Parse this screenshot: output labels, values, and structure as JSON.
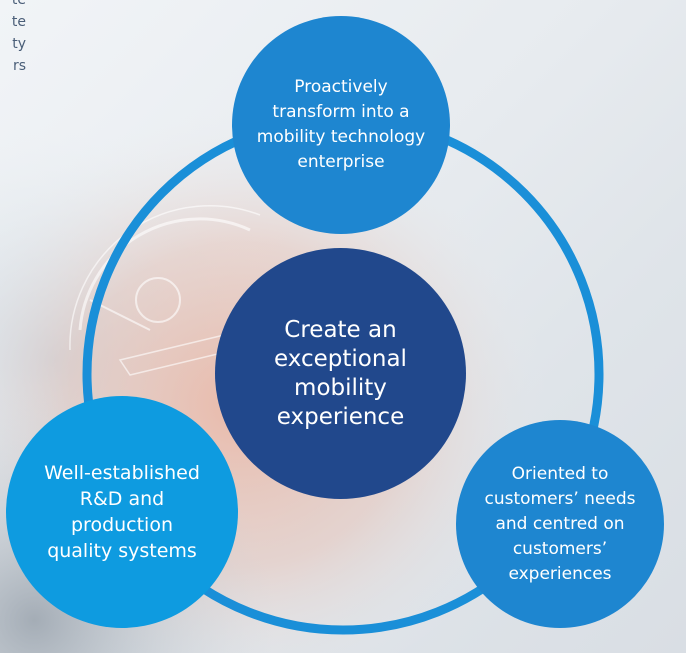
{
  "corner_text_fragments": [
    "te",
    "te",
    "ty",
    "rs"
  ],
  "diagram": {
    "center": {
      "label": "Create an\nexceptional\nmobility\nexperience",
      "color": "#21488c"
    },
    "nodes": {
      "top": {
        "label": "Proactively\ntransform into a\nmobility technology\nenterprise",
        "color": "#1e86d0"
      },
      "left": {
        "label": "Well-established\nR&D and\nproduction\nquality systems",
        "color": "#0e9be0"
      },
      "right": {
        "label": "Oriented to\ncustomers’ needs\nand centred on\ncustomers’\nexperiences",
        "color": "#1e86d0"
      }
    },
    "ring_color": "#1a8fd8"
  }
}
